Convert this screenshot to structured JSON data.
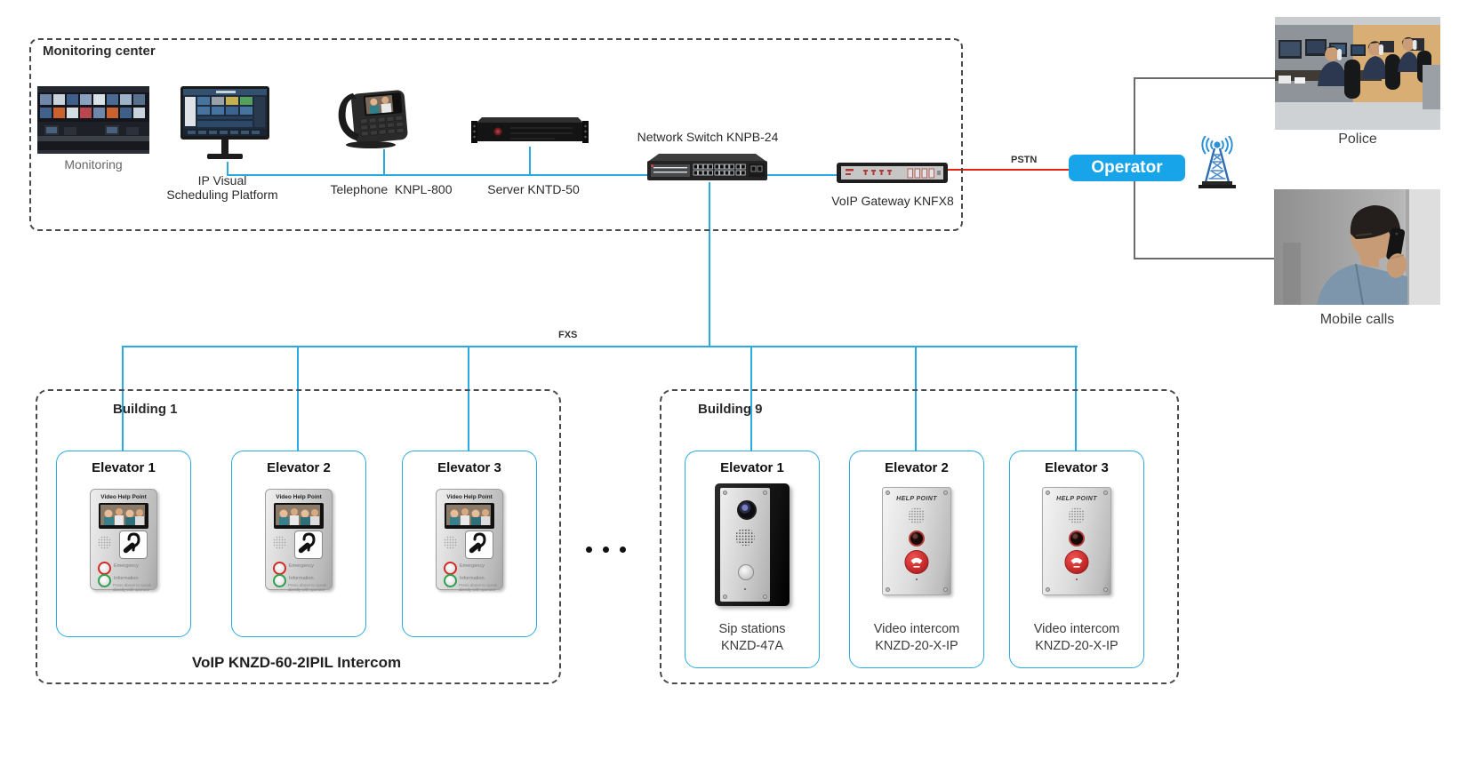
{
  "colors": {
    "accent_blue": "#29ABE2",
    "pstn_red": "#E8220E",
    "operator_bg": "#18A4E8",
    "dashed_border": "#4a4a4a"
  },
  "monitoring_center": {
    "title": "Monitoring center",
    "monitoring_label": "Monitoring",
    "platform_label_line1": "IP Visual",
    "platform_label_line2": "Scheduling Platform",
    "telephone_label": "Telephone  KNPL-800",
    "server_label": "Server KNTD-50",
    "switch_label": "Network Switch KNPB-24",
    "gateway_label": "VoIP Gateway KNFX8"
  },
  "connections": {
    "pstn_label": "PSTN",
    "fxs_label": "FXS"
  },
  "operator": {
    "label": "Operator"
  },
  "external_parties": {
    "police_label": "Police",
    "mobile_label": "Mobile calls"
  },
  "building1": {
    "title": "Building 1",
    "footer_label": "VoIP KNZD-60-2IPIL Intercom",
    "elevators": [
      {
        "title": "Elevator 1"
      },
      {
        "title": "Elevator 2"
      },
      {
        "title": "Elevator 3"
      }
    ]
  },
  "building9": {
    "title": "Building 9",
    "elevators": [
      {
        "title": "Elevator 1",
        "caption_line1": "Sip stations",
        "caption_line2": "KNZD-47A"
      },
      {
        "title": "Elevator 2",
        "caption_line1": "Video intercom",
        "caption_line2": "KNZD-20-X-IP"
      },
      {
        "title": "Elevator 3",
        "caption_line1": "Video intercom",
        "caption_line2": "KNZD-20-X-IP"
      }
    ]
  },
  "intercom_device": {
    "title": "Video Help Point",
    "emergency_label": "Emergency",
    "information_label": "Information",
    "plus": "+",
    "note_line1": "Press above to speak",
    "note_line2": "directly with operator"
  },
  "help_point_device": {
    "title": "HELP POINT"
  }
}
